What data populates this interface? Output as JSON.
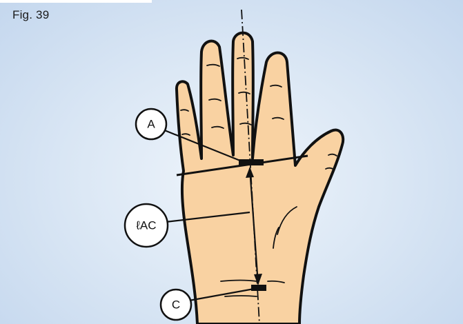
{
  "figure": {
    "label": "Fig. 39"
  },
  "callouts": {
    "a": "A",
    "lac": "ℓAC",
    "c": "C"
  },
  "colors": {
    "skin": "#f9d2a2",
    "outline": "#111111",
    "background": "#dce8f5"
  }
}
